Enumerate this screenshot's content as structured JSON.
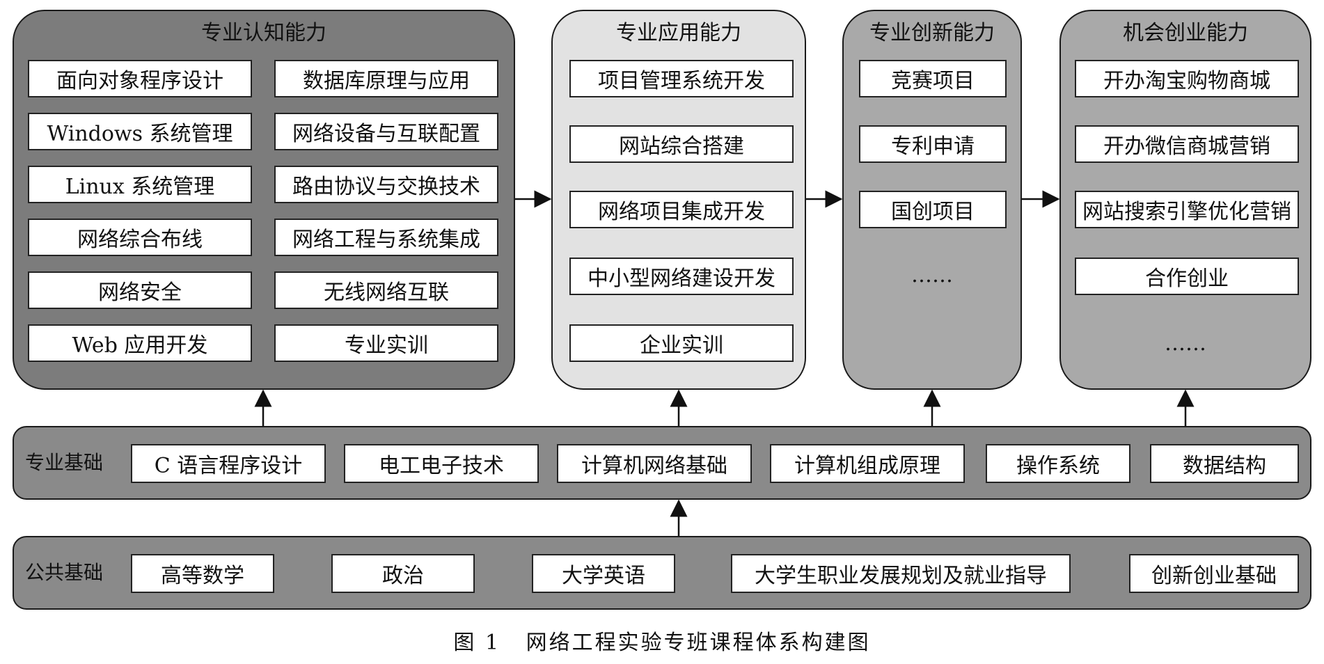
{
  "panels": {
    "cognition": {
      "title": "专业认知能力",
      "items": [
        "面向对象程序设计",
        "数据库原理与应用",
        "Windows 系统管理",
        "网络设备与互联配置",
        "Linux 系统管理",
        "路由协议与交换技术",
        "网络综合布线",
        "网络工程与系统集成",
        "网络安全",
        "无线网络互联",
        "Web 应用开发",
        "专业实训"
      ]
    },
    "application": {
      "title": "专业应用能力",
      "items": [
        "项目管理系统开发",
        "网站综合搭建",
        "网络项目集成开发",
        "中小型网络建设开发",
        "企业实训"
      ]
    },
    "innovation": {
      "title": "专业创新能力",
      "items": [
        "竞赛项目",
        "专利申请",
        "国创项目",
        "……"
      ]
    },
    "entrepreneurship": {
      "title": "机会创业能力",
      "items": [
        "开办淘宝购物商城",
        "开办微信商城营销",
        "网站搜索引擎优化营销",
        "合作创业",
        "……"
      ]
    }
  },
  "foundation": {
    "label": "专业基础",
    "items": [
      "C 语言程序设计",
      "电工电子技术",
      "计算机网络基础",
      "计算机组成原理",
      "操作系统",
      "数据结构"
    ]
  },
  "public": {
    "label": "公共基础",
    "items": [
      "高等数学",
      "政治",
      "大学英语",
      "大学生职业发展规划及就业指导",
      "创新创业基础"
    ]
  },
  "caption": {
    "number": "图 1",
    "text": "网络工程实验专班课程体系构建图"
  },
  "colors": {
    "dark_panel": "#7c7c7c",
    "light_panel": "#e2e2e2",
    "mid_panel": "#a9a9a9",
    "bar": "#8a8a8a"
  }
}
